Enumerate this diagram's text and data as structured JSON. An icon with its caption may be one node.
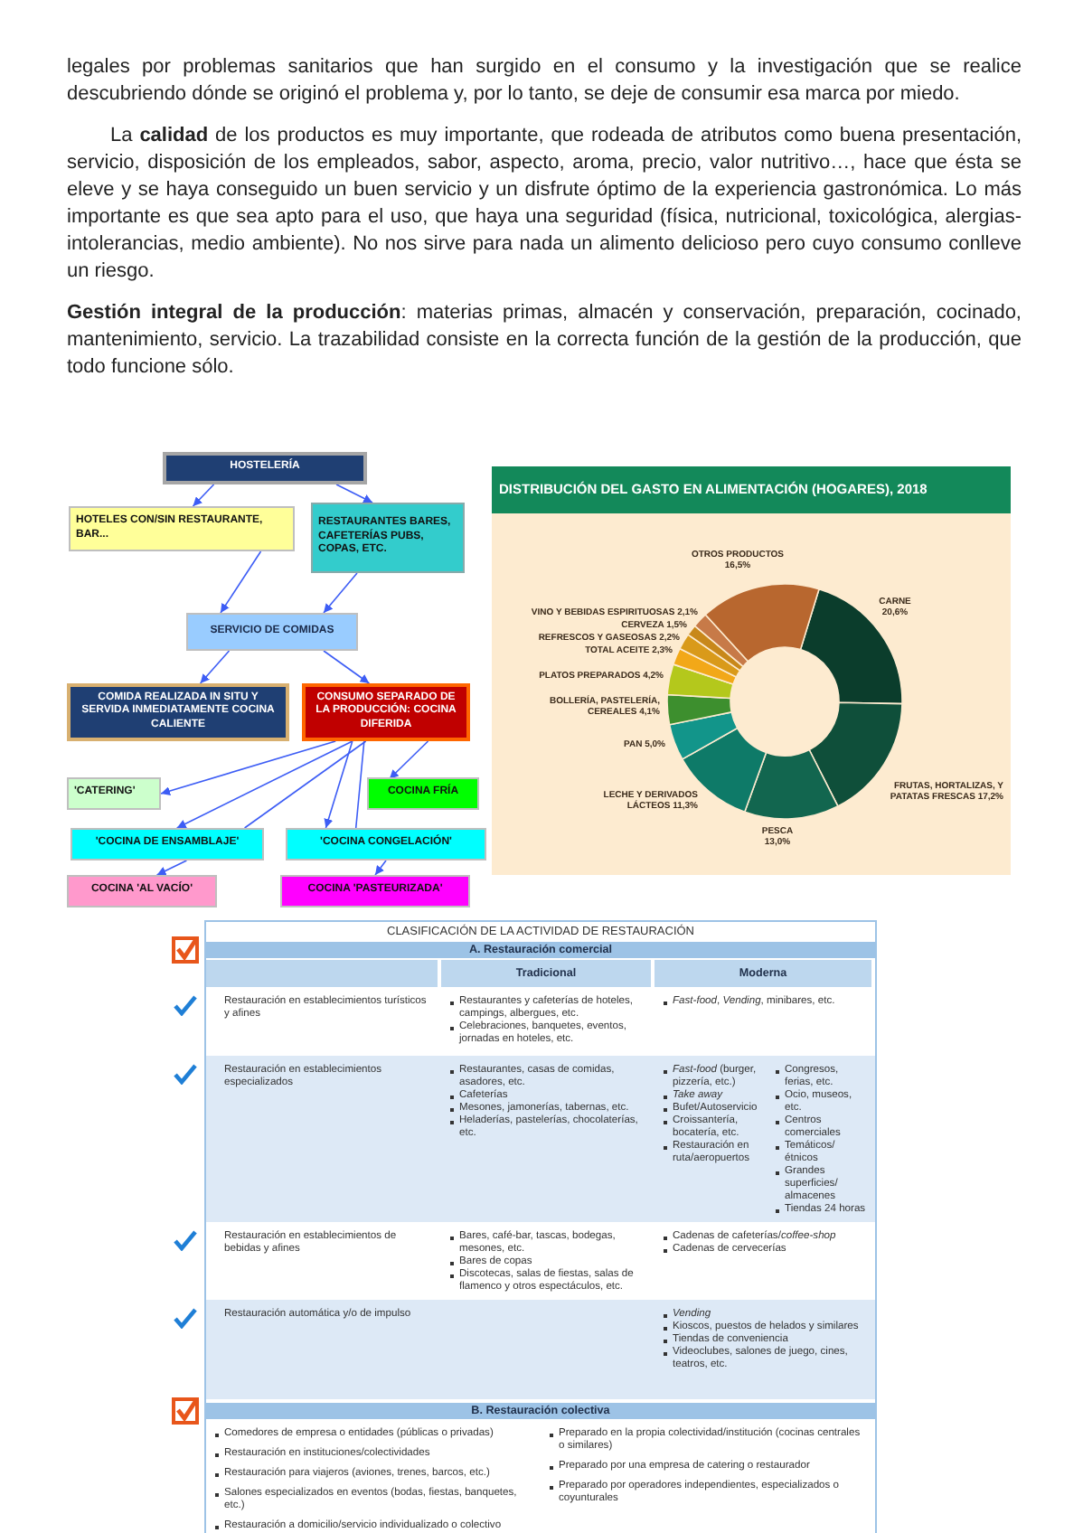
{
  "diagram": {
    "nodes": [
      {
        "text": [
          "HOSTELERÍA"
        ]
      },
      {
        "text": [
          "HOTELES CON/SIN RESTAURANTE, BAR..."
        ]
      },
      {
        "text": [
          "RESTAURANTES BARES, CAFETERÍAS PUBS, COPAS, ETC."
        ]
      },
      {
        "text": [
          "SERVICIO DE COMIDAS"
        ]
      },
      {
        "text": [
          "COMIDA REALIZADA IN SITU Y SERVIDA INMEDIATAMENTE COCINA CALIENTE"
        ]
      },
      {
        "text": [
          "CONSUMO SEPARADO DE LA PRODUCCIÓN: COCINA DIFERIDA"
        ]
      },
      {
        "text": [
          "'CATERING'"
        ]
      },
      {
        "text": [
          "COCINA FRÍA"
        ]
      },
      {
        "text": [
          "'COCINA DE ENSAMBLAJE'"
        ]
      },
      {
        "text": [
          "'COCINA CONGELACIÓN'"
        ]
      },
      {
        "text": [
          "COCINA 'AL VACÍO'"
        ]
      },
      {
        "text": [
          "COCINA 'PASTEURIZADA'"
        ]
      }
    ],
    "edges": [
      {
        "from": 0,
        "to": 1,
        "arrow": "to"
      },
      {
        "from": 0,
        "to": 2,
        "arrow": "to"
      },
      {
        "from": 1,
        "to": 3,
        "arrow": "to"
      },
      {
        "from": 2,
        "to": 3,
        "arrow": "to"
      },
      {
        "from": 3,
        "to": 4,
        "arrow": "to"
      },
      {
        "from": 3,
        "to": 5,
        "arrow": "to"
      },
      {
        "from": 5,
        "to": 6,
        "arrow": "to"
      },
      {
        "from": 5,
        "to": 8,
        "arrow": "to"
      },
      {
        "from": 5,
        "to": 8,
        "arrow": "none"
      },
      {
        "from": 5,
        "to": 9,
        "arrow": "to"
      },
      {
        "from": 5,
        "to": 9,
        "arrow": "none"
      },
      {
        "from": 5,
        "to": 7,
        "arrow": "to"
      },
      {
        "from": 8,
        "to": 10,
        "arrow": "to"
      },
      {
        "from": 9,
        "to": 11,
        "arrow": "to"
      }
    ],
    "labels": [
      "legales por problemas sanitarios que han surgido en el consumo y la investigación que se realice descubriendo dónde se originó el problema y, por lo tanto, se deje de consumir esa marca por miedo.",
      "La **calidad** de los productos es muy importante, que rodeada de atributos como buena presentación, servicio, disposición de los empleados, sabor, aspecto, aroma, precio, valor nutritivo…, hace que ésta se eleve y se haya conseguido un buen servicio y un disfrute óptimo de la experiencia gastronómica. Lo más importante es que sea apto para el uso, que haya una seguridad (física, nutricional, toxicológica, alergias-intolerancias, medio ambiente). No nos sirve para nada un alimento delicioso pero cuyo consumo conlleve un riesgo.",
      "**Gestión integral de la producción**: materias primas, almacén y conservación, preparación, cocinado, mantenimiento, servicio. La trazabilidad consiste en la correcta función de la gestión de la producción, que todo funcione sólo.",
      "CLASIFICACIÓN DE LA ACTIVIDAD DE RESTAURACIÓN",
      "A. Restauración comercial",
      "Tradicional",
      "Moderna",
      "Restauración en establecimientos turísticos y afines",
      "Restaurantes y cafeterías de hoteles, campings, albergues, etc.",
      "Celebraciones, banquetes, eventos, jornadas en hoteles, etc.",
      "*Fast-food*, *Vending*, minibares, etc.",
      "Restauración en establecimientos especializados",
      "Restaurantes, casas de comidas, asadores, etc.",
      "Cafeterías",
      "Mesones, jamonerías, tabernas, etc.",
      "Heladerías, pastelerías, chocolaterías, etc.",
      "*Fast-food* (burger, pizzería, etc.)",
      "*Take away*",
      "Bufet/Autoservicio",
      "Croissantería, bocatería, etc.",
      "Restauración en ruta/aeropuertos",
      "Congresos, ferias, etc.",
      "Ocio, museos, etc.",
      "Centros comerciales",
      "Temáticos/étnicos",
      "Grandes superficies/ almacenes",
      "Tiendas 24 horas",
      "Restauración en establecimientos de bebidas y afines",
      "Bares, café-bar, tascas, bodegas, mesones, etc.",
      "Bares de copas",
      "Discotecas, salas de fiestas, salas de flamenco y otros espectáculos, etc.",
      "Cadenas de cafeterías/*coffee-shop*",
      "Cadenas de cervecerías",
      "Restauración automática y/o de impulso",
      "*Vending*",
      "Kioscos, puestos de helados y similares",
      "Tiendas de conveniencia",
      "Videoclubes, salones de juego, cines, teatros, etc.",
      "B. Restauración colectiva",
      "Comedores de empresa o entidades (públicas o privadas)",
      "Restauración en instituciones/colectividades",
      "Restauración para viajeros (aviones, trenes, barcos, etc.)",
      "Salones especializados en eventos (bodas, fiestas, banquetes, etc.)",
      "Restauración a domicilio/servicio individualizado o colectivo",
      "Preparado en la propia colectividad/institución (cocinas centrales o similares)",
      "Preparado por una empresa de catering o restaurador",
      "Preparado por operadores independientes, especializados o coyunturales"
    ],
    "chart_data": {
      "type": "donut",
      "title": "DISTRIBUCIÓN DEL GASTO EN ALIMENTACIÓN (HOGARES), 2018",
      "categories": [
        "CARNE",
        "FRUTAS, HORTALIZAS, Y PATATAS FRESCAS",
        "PESCA",
        "LECHE Y DERIVADOS LÁCTEOS",
        "PAN",
        "BOLLERÍA, PASTELERÍA, CEREALES",
        "PLATOS PREPARADOS",
        "TOTAL ACEITE",
        "REFRESCOS Y GASEOSAS",
        "CERVEZA",
        "VINO Y BEBIDAS ESPIRITUOSAS",
        "OTROS PRODUCTOS"
      ],
      "values": [
        20.6,
        17.2,
        13.0,
        11.3,
        5.0,
        4.1,
        4.2,
        2.3,
        2.2,
        1.5,
        2.1,
        16.5
      ],
      "value_labels": [
        "20,6%",
        "17,2%",
        "13,0%",
        "11,3%",
        "5,0%",
        "4,1%",
        "4,2%",
        "2,3%",
        "2,2%",
        "1,5%",
        "2,1%",
        "16,5%"
      ]
    }
  }
}
